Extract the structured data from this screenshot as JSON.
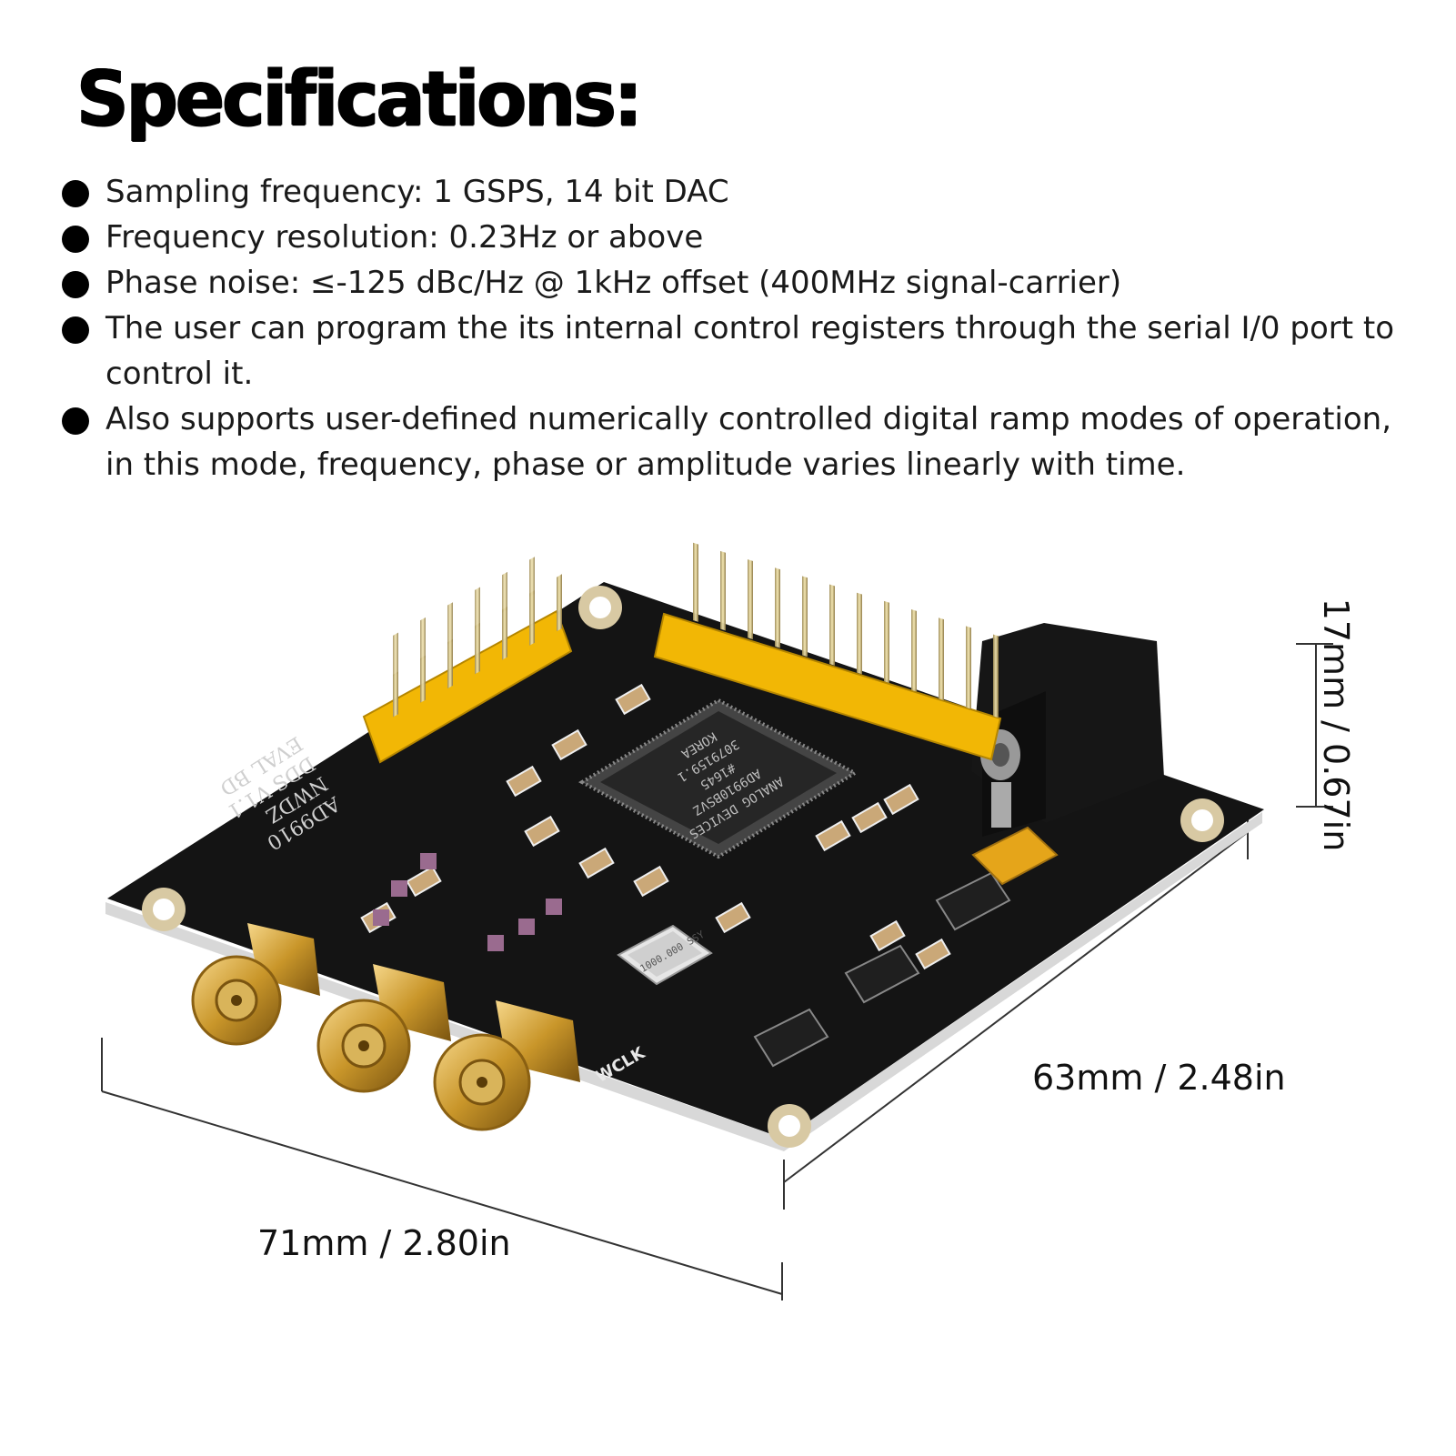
{
  "title": "Specifications:",
  "specs": [
    "Sampling frequency: 1 GSPS, 14 bit DAC",
    "Frequency resolution: 0.23Hz or above",
    "Phase noise: ≤-125 dBc/Hz @ 1kHz offset (400MHz signal-carrier)",
    "The user can program the its internal control registers through the serial I/0 port to control it.",
    "Also supports user-defined numerically controlled digital ramp modes of operation, in this mode, frequency, phase or amplitude varies linearly with time."
  ],
  "dimensions": {
    "height": "17mm / 0.67in",
    "depth": "63mm / 2.48in",
    "width": "71mm / 2.80in"
  },
  "board_silkscreen": {
    "line1": "AD9910",
    "line2": "NWDZ",
    "line3": "DDS V1.1",
    "line4": "EVAL BD",
    "chip_brand": "ANALOG DEVICES",
    "chip_part": "AD9910BSVZ",
    "chip_lot": "#1645",
    "chip_code": "3079159.1",
    "chip_origin": "KOREA",
    "crystal": "1000.000 SSY",
    "connector": "WCLK"
  },
  "colors": {
    "pcb": "#141414",
    "pin_header": "#f2b705",
    "gold": "#c9962a",
    "bullet": "#000000"
  }
}
